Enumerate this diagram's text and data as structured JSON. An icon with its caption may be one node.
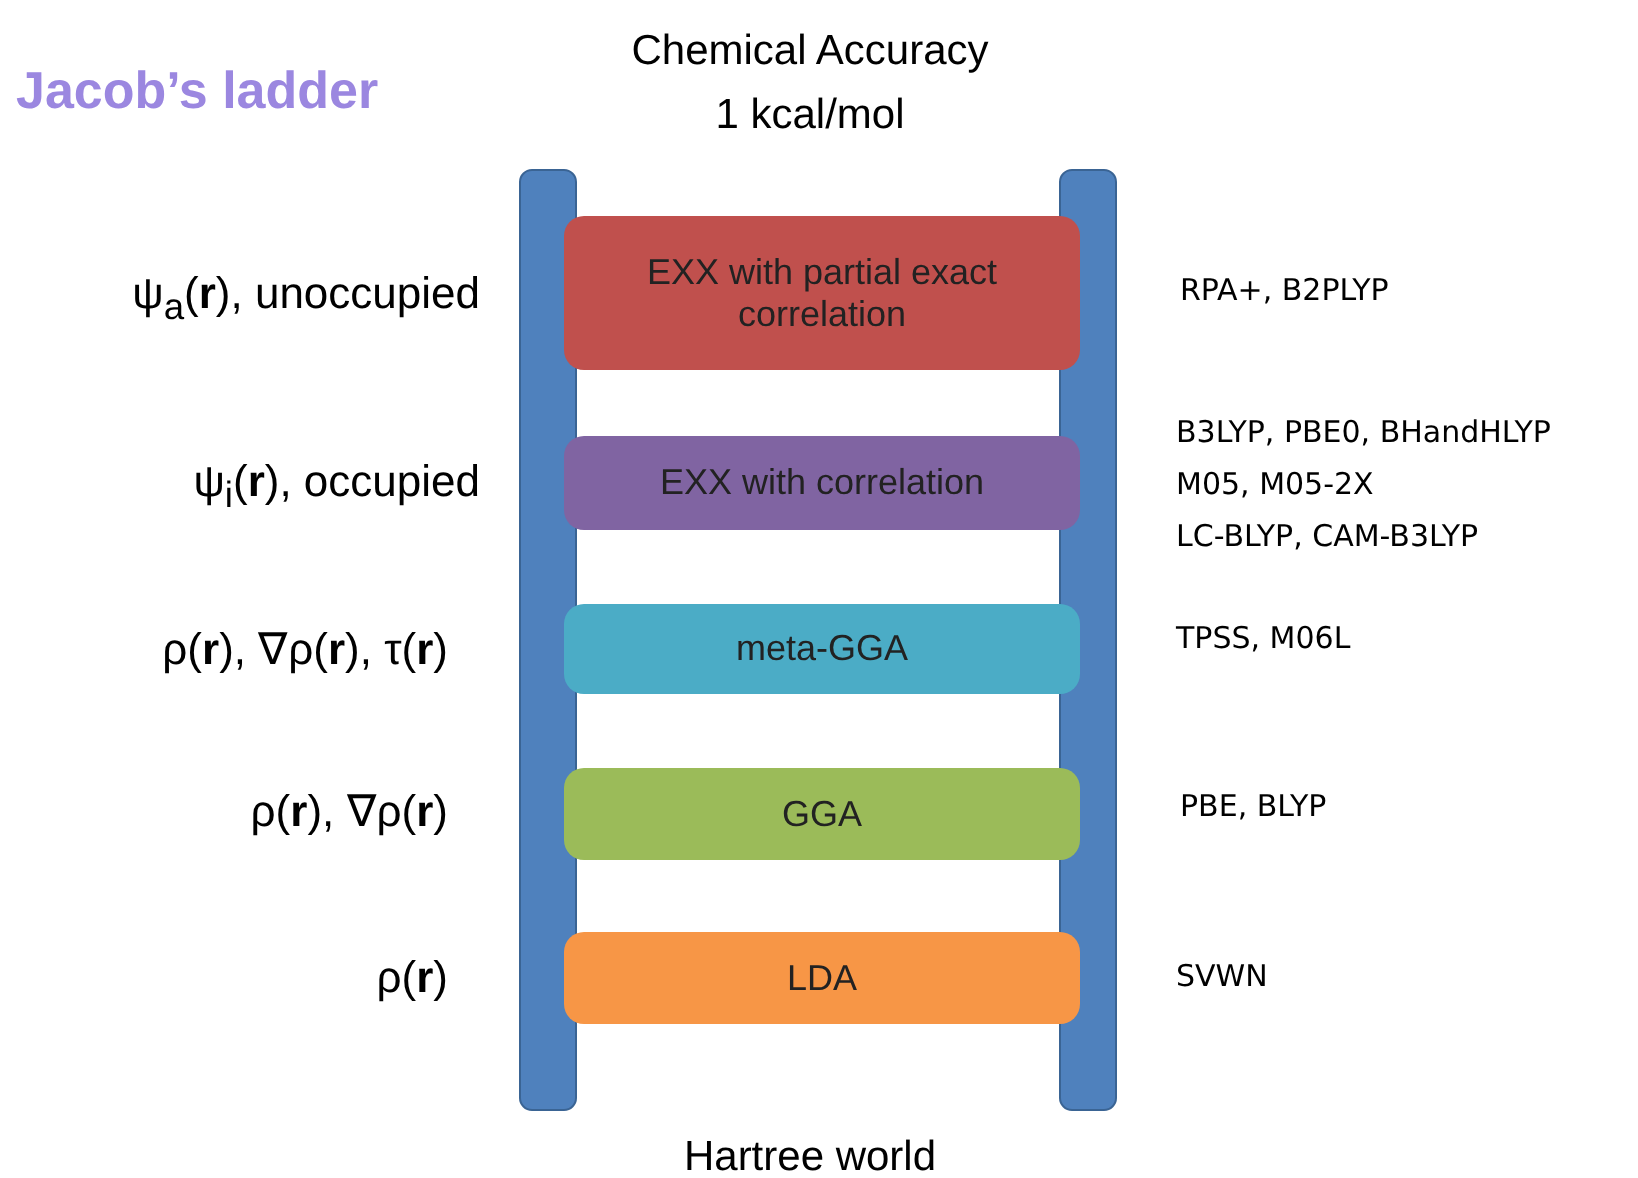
{
  "diagram": {
    "title": "Jacob’s ladder",
    "nodes": [
      {
        "text": [],
        "shape": "bar"
      },
      {
        "text": [],
        "shape": "bar"
      },
      {
        "text": [
          "EXX with partial exact correlation"
        ]
      },
      {
        "text": [
          "EXX with correlation"
        ]
      },
      {
        "text": [
          "meta-GGA"
        ]
      },
      {
        "text": [
          "GGA"
        ]
      },
      {
        "text": [
          "LDA"
        ]
      }
    ],
    "labels": [
      "Chemical Accuracy 1 kcal/mol",
      "ψ$_{a}$(**r**), unoccupied",
      "RPA+, B2PLYP",
      "B3LYP, PBE0, BHandHLYP",
      "ψ$_{i}$(**r**), occupied",
      "M05, M05-2X",
      "LC-BLYP, CAM-B3LYP",
      "ρ(**r**), ∇ρ(**r**), τ(**r**)",
      "TPSS, M06L",
      "ρ(**r**), ∇ρ(**r**)",
      "PBE, BLYP",
      "ρ(**r**)",
      "SVWN",
      "Hartree world"
    ]
  }
}
